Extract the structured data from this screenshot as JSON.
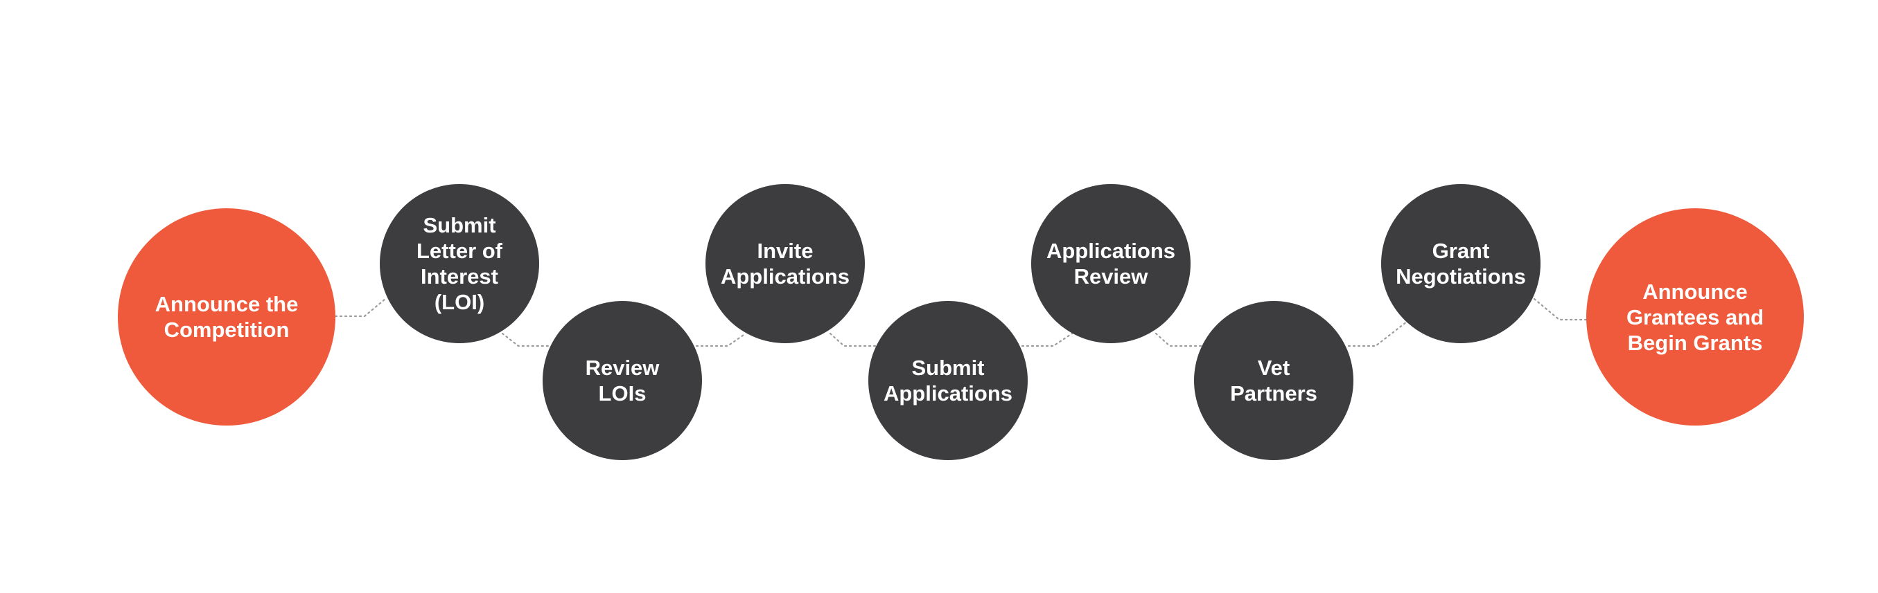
{
  "colors": {
    "start_end_fill": "#ef5a3c",
    "step_fill": "#3d3d3f",
    "label_text": "#ffffff",
    "connector": "#9b9b9b"
  },
  "steps": [
    {
      "label": "Announce the\nCompetition",
      "kind": "end"
    },
    {
      "label": "Submit\nLetter of\nInterest\n(LOI)",
      "kind": "high"
    },
    {
      "label": "Review\nLOIs",
      "kind": "low"
    },
    {
      "label": "Invite\nApplications",
      "kind": "high"
    },
    {
      "label": "Submit\nApplications",
      "kind": "low"
    },
    {
      "label": "Applications\nReview",
      "kind": "high"
    },
    {
      "label": "Vet\nPartners",
      "kind": "low"
    },
    {
      "label": "Grant\nNegotiations",
      "kind": "high"
    },
    {
      "label": "Announce\nGrantees and\nBegin Grants",
      "kind": "end"
    }
  ]
}
